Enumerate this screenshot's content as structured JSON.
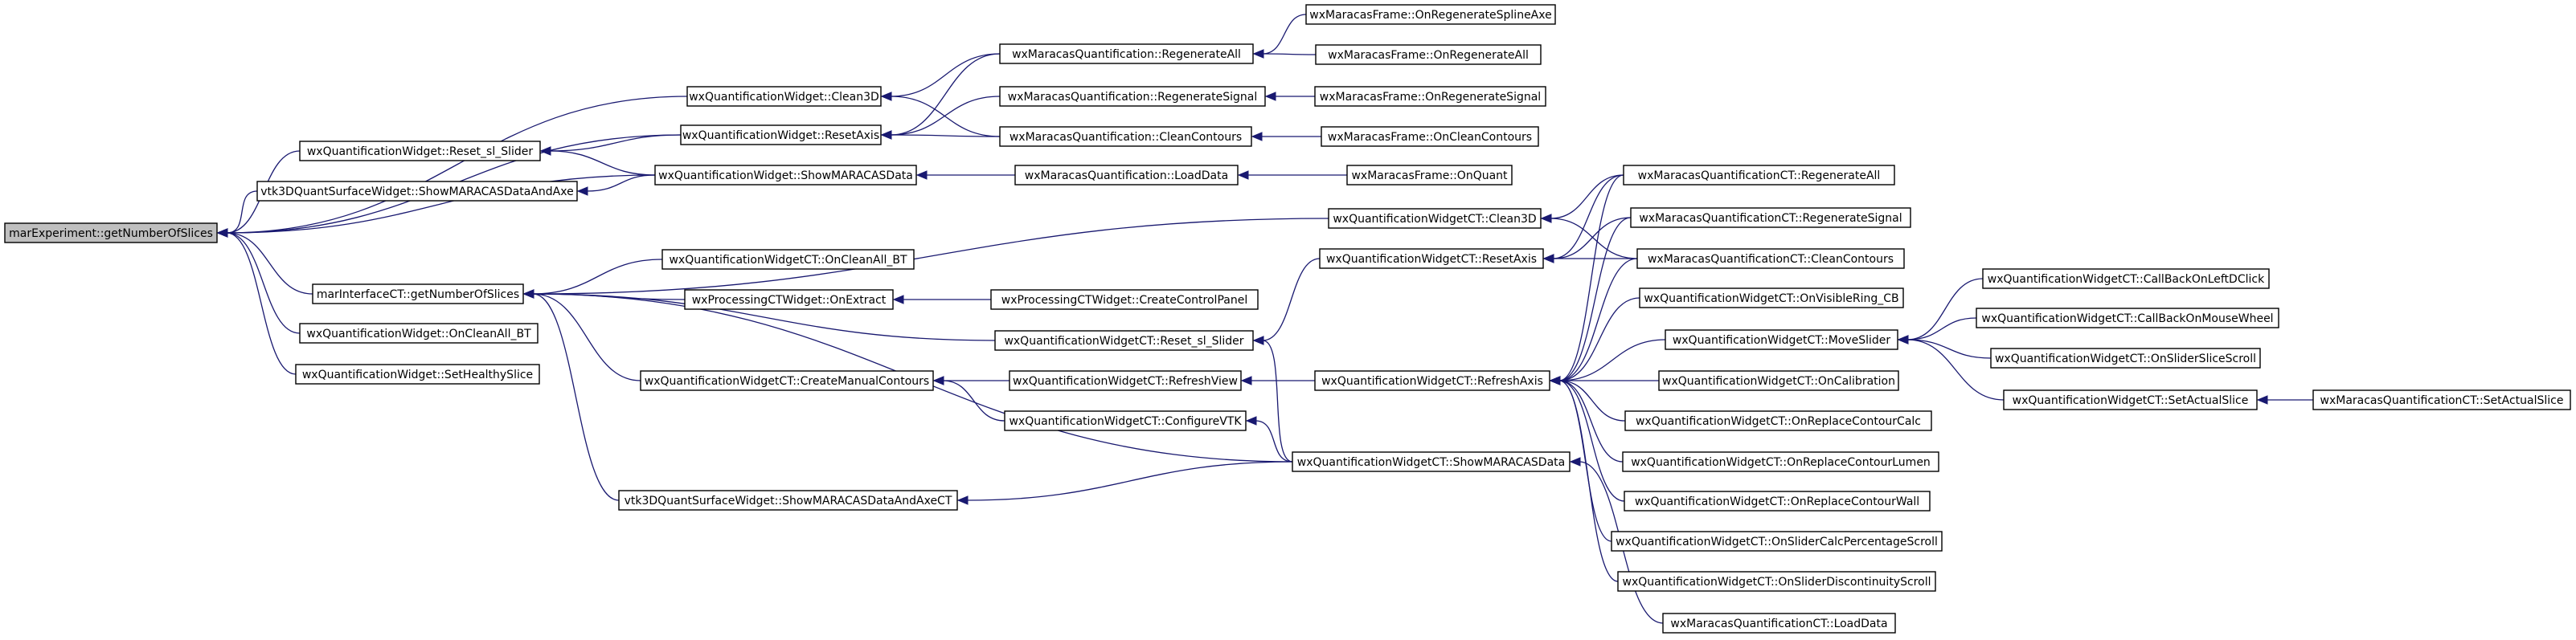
{
  "graph": {
    "nodes": [
      {
        "id": "root",
        "label": "marExperiment::getNumberOfSlices",
        "root": true
      },
      {
        "id": "qw_clean3d",
        "label": "wxQuantificationWidget::Clean3D"
      },
      {
        "id": "qw_resetsl",
        "label": "wxQuantificationWidget::Reset_sl_Slider"
      },
      {
        "id": "qw_resetaxis",
        "label": "wxQuantificationWidget::ResetAxis"
      },
      {
        "id": "vtk_show",
        "label": "vtk3DQuantSurfaceWidget::ShowMARACASDataAndAxe"
      },
      {
        "id": "qw_show",
        "label": "wxQuantificationWidget::ShowMARACASData"
      },
      {
        "id": "mq_regenall",
        "label": "wxMaracasQuantification::RegenerateAll"
      },
      {
        "id": "mq_regensig",
        "label": "wxMaracasQuantification::RegenerateSignal"
      },
      {
        "id": "mq_clean",
        "label": "wxMaracasQuantification::CleanContours"
      },
      {
        "id": "mq_load",
        "label": "wxMaracasQuantification::LoadData"
      },
      {
        "id": "mf_spline",
        "label": "wxMaracasFrame::OnRegenerateSplineAxe"
      },
      {
        "id": "mf_regenall",
        "label": "wxMaracasFrame::OnRegenerateAll"
      },
      {
        "id": "mf_regensig",
        "label": "wxMaracasFrame::OnRegenerateSignal"
      },
      {
        "id": "mf_clean",
        "label": "wxMaracasFrame::OnCleanContours"
      },
      {
        "id": "mf_quant",
        "label": "wxMaracasFrame::OnQuant"
      },
      {
        "id": "mi_getn",
        "label": "marInterfaceCT::getNumberOfSlices"
      },
      {
        "id": "qw_oncleanall",
        "label": "wxQuantificationWidget::OnCleanAll_BT"
      },
      {
        "id": "qw_sethealthy",
        "label": "wxQuantificationWidget::SetHealthySlice"
      },
      {
        "id": "qct_oncleanall",
        "label": "wxQuantificationWidgetCT::OnCleanAll_BT"
      },
      {
        "id": "pct_onextract",
        "label": "wxProcessingCTWidget::OnExtract"
      },
      {
        "id": "pct_createpanel",
        "label": "wxProcessingCTWidget::CreateControlPanel"
      },
      {
        "id": "qct_resetsl",
        "label": "wxQuantificationWidgetCT::Reset_sl_Slider"
      },
      {
        "id": "qct_createmanual",
        "label": "wxQuantificationWidgetCT::CreateManualContours"
      },
      {
        "id": "qct_refreshview",
        "label": "wxQuantificationWidgetCT::RefreshView"
      },
      {
        "id": "qct_configvtk",
        "label": "wxQuantificationWidgetCT::ConfigureVTK"
      },
      {
        "id": "vtk_showct",
        "label": "vtk3DQuantSurfaceWidget::ShowMARACASDataAndAxeCT"
      },
      {
        "id": "qct_clean3d",
        "label": "wxQuantificationWidgetCT::Clean3D"
      },
      {
        "id": "qct_resetaxis",
        "label": "wxQuantificationWidgetCT::ResetAxis"
      },
      {
        "id": "qct_refreshaxis",
        "label": "wxQuantificationWidgetCT::RefreshAxis"
      },
      {
        "id": "qct_show",
        "label": "wxQuantificationWidgetCT::ShowMARACASData"
      },
      {
        "id": "mqct_regenall",
        "label": "wxMaracasQuantificationCT::RegenerateAll"
      },
      {
        "id": "mqct_regensig",
        "label": "wxMaracasQuantificationCT::RegenerateSignal"
      },
      {
        "id": "mqct_clean",
        "label": "wxMaracasQuantificationCT::CleanContours"
      },
      {
        "id": "qct_onvisring",
        "label": "wxQuantificationWidgetCT::OnVisibleRing_CB"
      },
      {
        "id": "qct_moveslider",
        "label": "wxQuantificationWidgetCT::MoveSlider"
      },
      {
        "id": "qct_oncalib",
        "label": "wxQuantificationWidgetCT::OnCalibration"
      },
      {
        "id": "qct_onrepcalc",
        "label": "wxQuantificationWidgetCT::OnReplaceContourCalc"
      },
      {
        "id": "qct_onreplumen",
        "label": "wxQuantificationWidgetCT::OnReplaceContourLumen"
      },
      {
        "id": "qct_onrepwall",
        "label": "wxQuantificationWidgetCT::OnReplaceContourWall"
      },
      {
        "id": "qct_onslidercalc",
        "label": "wxQuantificationWidgetCT::OnSliderCalcPercentageScroll"
      },
      {
        "id": "qct_onsliderdisc",
        "label": "wxQuantificationWidgetCT::OnSliderDiscontinuityScroll"
      },
      {
        "id": "mqct_load",
        "label": "wxMaracasQuantificationCT::LoadData"
      },
      {
        "id": "qct_cbleft",
        "label": "wxQuantificationWidgetCT::CallBackOnLeftDClick"
      },
      {
        "id": "qct_cbwheel",
        "label": "wxQuantificationWidgetCT::CallBackOnMouseWheel"
      },
      {
        "id": "qct_onsliceScroll",
        "label": "wxQuantificationWidgetCT::OnSliderSliceScroll"
      },
      {
        "id": "qct_setactual",
        "label": "wxQuantificationWidgetCT::SetActualSlice"
      },
      {
        "id": "mqct_setactual",
        "label": "wxMaracasQuantificationCT::SetActualSlice"
      }
    ],
    "edges": [
      [
        "qw_clean3d",
        "root"
      ],
      [
        "qw_resetsl",
        "root"
      ],
      [
        "qw_resetaxis",
        "root"
      ],
      [
        "vtk_show",
        "root"
      ],
      [
        "qw_show",
        "root"
      ],
      [
        "mi_getn",
        "root"
      ],
      [
        "qw_oncleanall",
        "root"
      ],
      [
        "qw_sethealthy",
        "root"
      ],
      [
        "mq_regenall",
        "qw_clean3d"
      ],
      [
        "mq_clean",
        "qw_clean3d"
      ],
      [
        "qw_resetaxis",
        "qw_resetsl"
      ],
      [
        "qw_show",
        "qw_resetsl"
      ],
      [
        "mq_regenall",
        "qw_resetaxis"
      ],
      [
        "mq_regensig",
        "qw_resetaxis"
      ],
      [
        "mq_clean",
        "qw_resetaxis"
      ],
      [
        "qw_show",
        "vtk_show"
      ],
      [
        "mq_load",
        "qw_show"
      ],
      [
        "mf_spline",
        "mq_regenall"
      ],
      [
        "mf_regenall",
        "mq_regenall"
      ],
      [
        "mf_regensig",
        "mq_regensig"
      ],
      [
        "mf_clean",
        "mq_clean"
      ],
      [
        "mf_quant",
        "mq_load"
      ],
      [
        "qct_clean3d",
        "mi_getn"
      ],
      [
        "qct_oncleanall",
        "mi_getn"
      ],
      [
        "pct_onextract",
        "mi_getn"
      ],
      [
        "qct_resetsl",
        "mi_getn"
      ],
      [
        "qct_createmanual",
        "mi_getn"
      ],
      [
        "qct_show",
        "mi_getn"
      ],
      [
        "vtk_showct",
        "mi_getn"
      ],
      [
        "pct_createpanel",
        "pct_onextract"
      ],
      [
        "qct_refreshview",
        "qct_createmanual"
      ],
      [
        "qct_configvtk",
        "qct_createmanual"
      ],
      [
        "qct_refreshaxis",
        "qct_refreshview"
      ],
      [
        "qct_show",
        "qct_configvtk"
      ],
      [
        "qct_show",
        "vtk_showct"
      ],
      [
        "qct_resetaxis",
        "qct_resetsl"
      ],
      [
        "qct_show",
        "qct_resetsl"
      ],
      [
        "mqct_regenall",
        "qct_clean3d"
      ],
      [
        "mqct_clean",
        "qct_clean3d"
      ],
      [
        "mqct_regenall",
        "qct_resetaxis"
      ],
      [
        "mqct_regensig",
        "qct_resetaxis"
      ],
      [
        "mqct_clean",
        "qct_resetaxis"
      ],
      [
        "mqct_regenall",
        "qct_refreshaxis"
      ],
      [
        "mqct_regensig",
        "qct_refreshaxis"
      ],
      [
        "mqct_clean",
        "qct_refreshaxis"
      ],
      [
        "qct_onvisring",
        "qct_refreshaxis"
      ],
      [
        "qct_moveslider",
        "qct_refreshaxis"
      ],
      [
        "qct_oncalib",
        "qct_refreshaxis"
      ],
      [
        "qct_onrepcalc",
        "qct_refreshaxis"
      ],
      [
        "qct_onreplumen",
        "qct_refreshaxis"
      ],
      [
        "qct_onrepwall",
        "qct_refreshaxis"
      ],
      [
        "qct_onslidercalc",
        "qct_refreshaxis"
      ],
      [
        "qct_onsliderdisc",
        "qct_refreshaxis"
      ],
      [
        "mqct_load",
        "qct_show"
      ],
      [
        "qct_cbleft",
        "qct_moveslider"
      ],
      [
        "qct_cbwheel",
        "qct_moveslider"
      ],
      [
        "qct_onsliceScroll",
        "qct_moveslider"
      ],
      [
        "qct_setactual",
        "qct_moveslider"
      ],
      [
        "mqct_setactual",
        "qct_setactual"
      ]
    ]
  }
}
